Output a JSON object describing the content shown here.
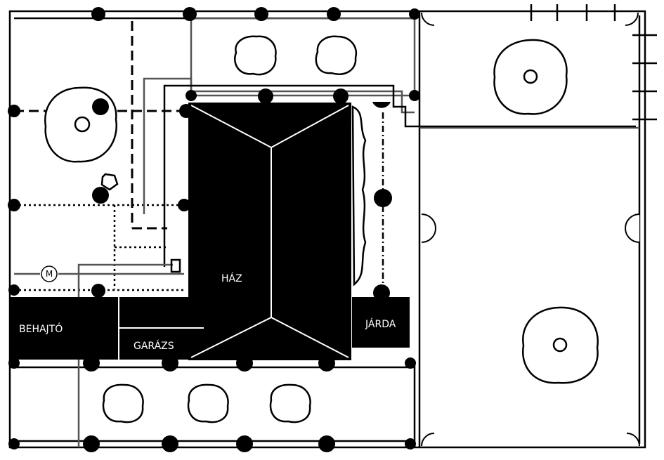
{
  "labels": {
    "house": "HÁZ",
    "driveway": "BEHAJTÓ",
    "garage": "GARÁZS",
    "walkway": "JÁRDA",
    "meter": "M"
  },
  "colors": {
    "ink": "#000000",
    "paper": "#ffffff",
    "pipe": "#555555"
  }
}
